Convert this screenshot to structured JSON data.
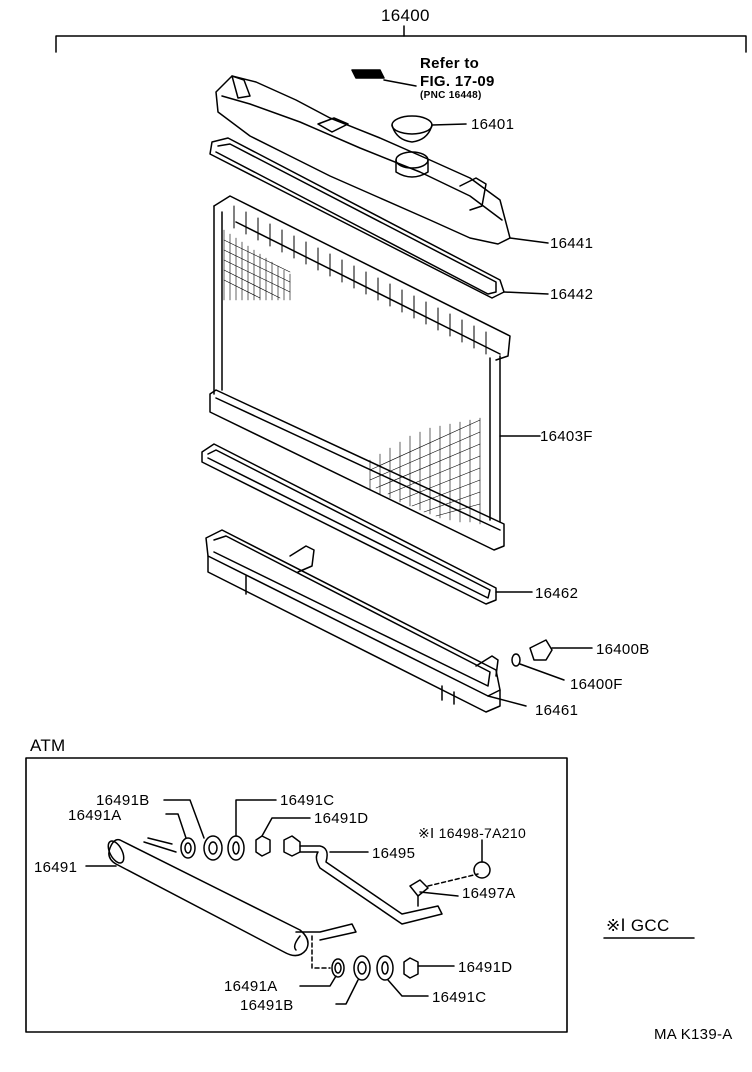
{
  "assembly": "16400",
  "refer": {
    "line1": "Refer to",
    "line2": "FIG. 17-09",
    "line3": "(PNC 16448)"
  },
  "parts": {
    "p16401": "16401",
    "p16441": "16441",
    "p16442": "16442",
    "p16403F": "16403F",
    "p16462": "16462",
    "p16400B": "16400B",
    "p16400F": "16400F",
    "p16461": "16461"
  },
  "atm": {
    "title": "ATM",
    "parts": {
      "p16491B_top": "16491B",
      "p16491C_top": "16491C",
      "p16491A_top": "16491A",
      "p16491D_top": "16491D",
      "p16498": "※Ⅰ 16498-7A210",
      "p16495": "16495",
      "p16491": "16491",
      "p16497A": "16497A",
      "p16491A_bot": "16491A",
      "p16491D_bot": "16491D",
      "p16491B_bot": "16491B",
      "p16491C_bot": "16491C"
    }
  },
  "note": "※Ⅰ GCC",
  "figure_code": "MA K139-A"
}
